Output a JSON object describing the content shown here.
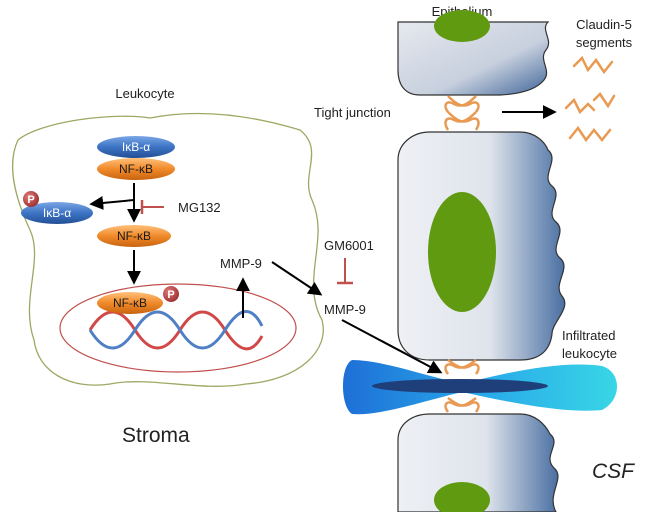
{
  "labels": {
    "leukocyte": "Leukocyte",
    "epithelium": "Epithelium",
    "claudin": [
      "Claudin-5",
      "segments"
    ],
    "tight_junction": "Tight junction",
    "mg132": "MG132",
    "gm6001": "GM6001",
    "mmp9_inside": "MMP-9",
    "mmp9_outside": "MMP-9",
    "infiltrated": [
      "Infiltrated",
      "leukocyte"
    ],
    "stroma": "Stroma",
    "csf": "CSF"
  },
  "molecules": {
    "ikb_complex": "IκB-α",
    "nfkb_complex": "NF-κB",
    "ikb_released": "IκB-α",
    "nfkb_free": "NF-κB",
    "nfkb_dna": "NF-κB",
    "phospho": "P"
  },
  "colors": {
    "ikb_blue": "#3d74c4",
    "nfkb_orange": "#ef8a2a",
    "phospho_red": "#b33a3a",
    "nucleus_outline": "#c0504d",
    "cell_outline": "#9aaa63",
    "claudin_orange": "#e99a52",
    "dna_red": "#d04848",
    "dna_blue": "#4f7fc4",
    "epithelial_nucleus": "#5f9a10",
    "infiltrated_cell": "#29b3e8",
    "inhibitor": "#c0504d"
  },
  "icons": [
    "phospho-icon",
    "inhibition-icon",
    "arrow-icon",
    "dna-helix-icon",
    "claudin-fragment-icon"
  ]
}
